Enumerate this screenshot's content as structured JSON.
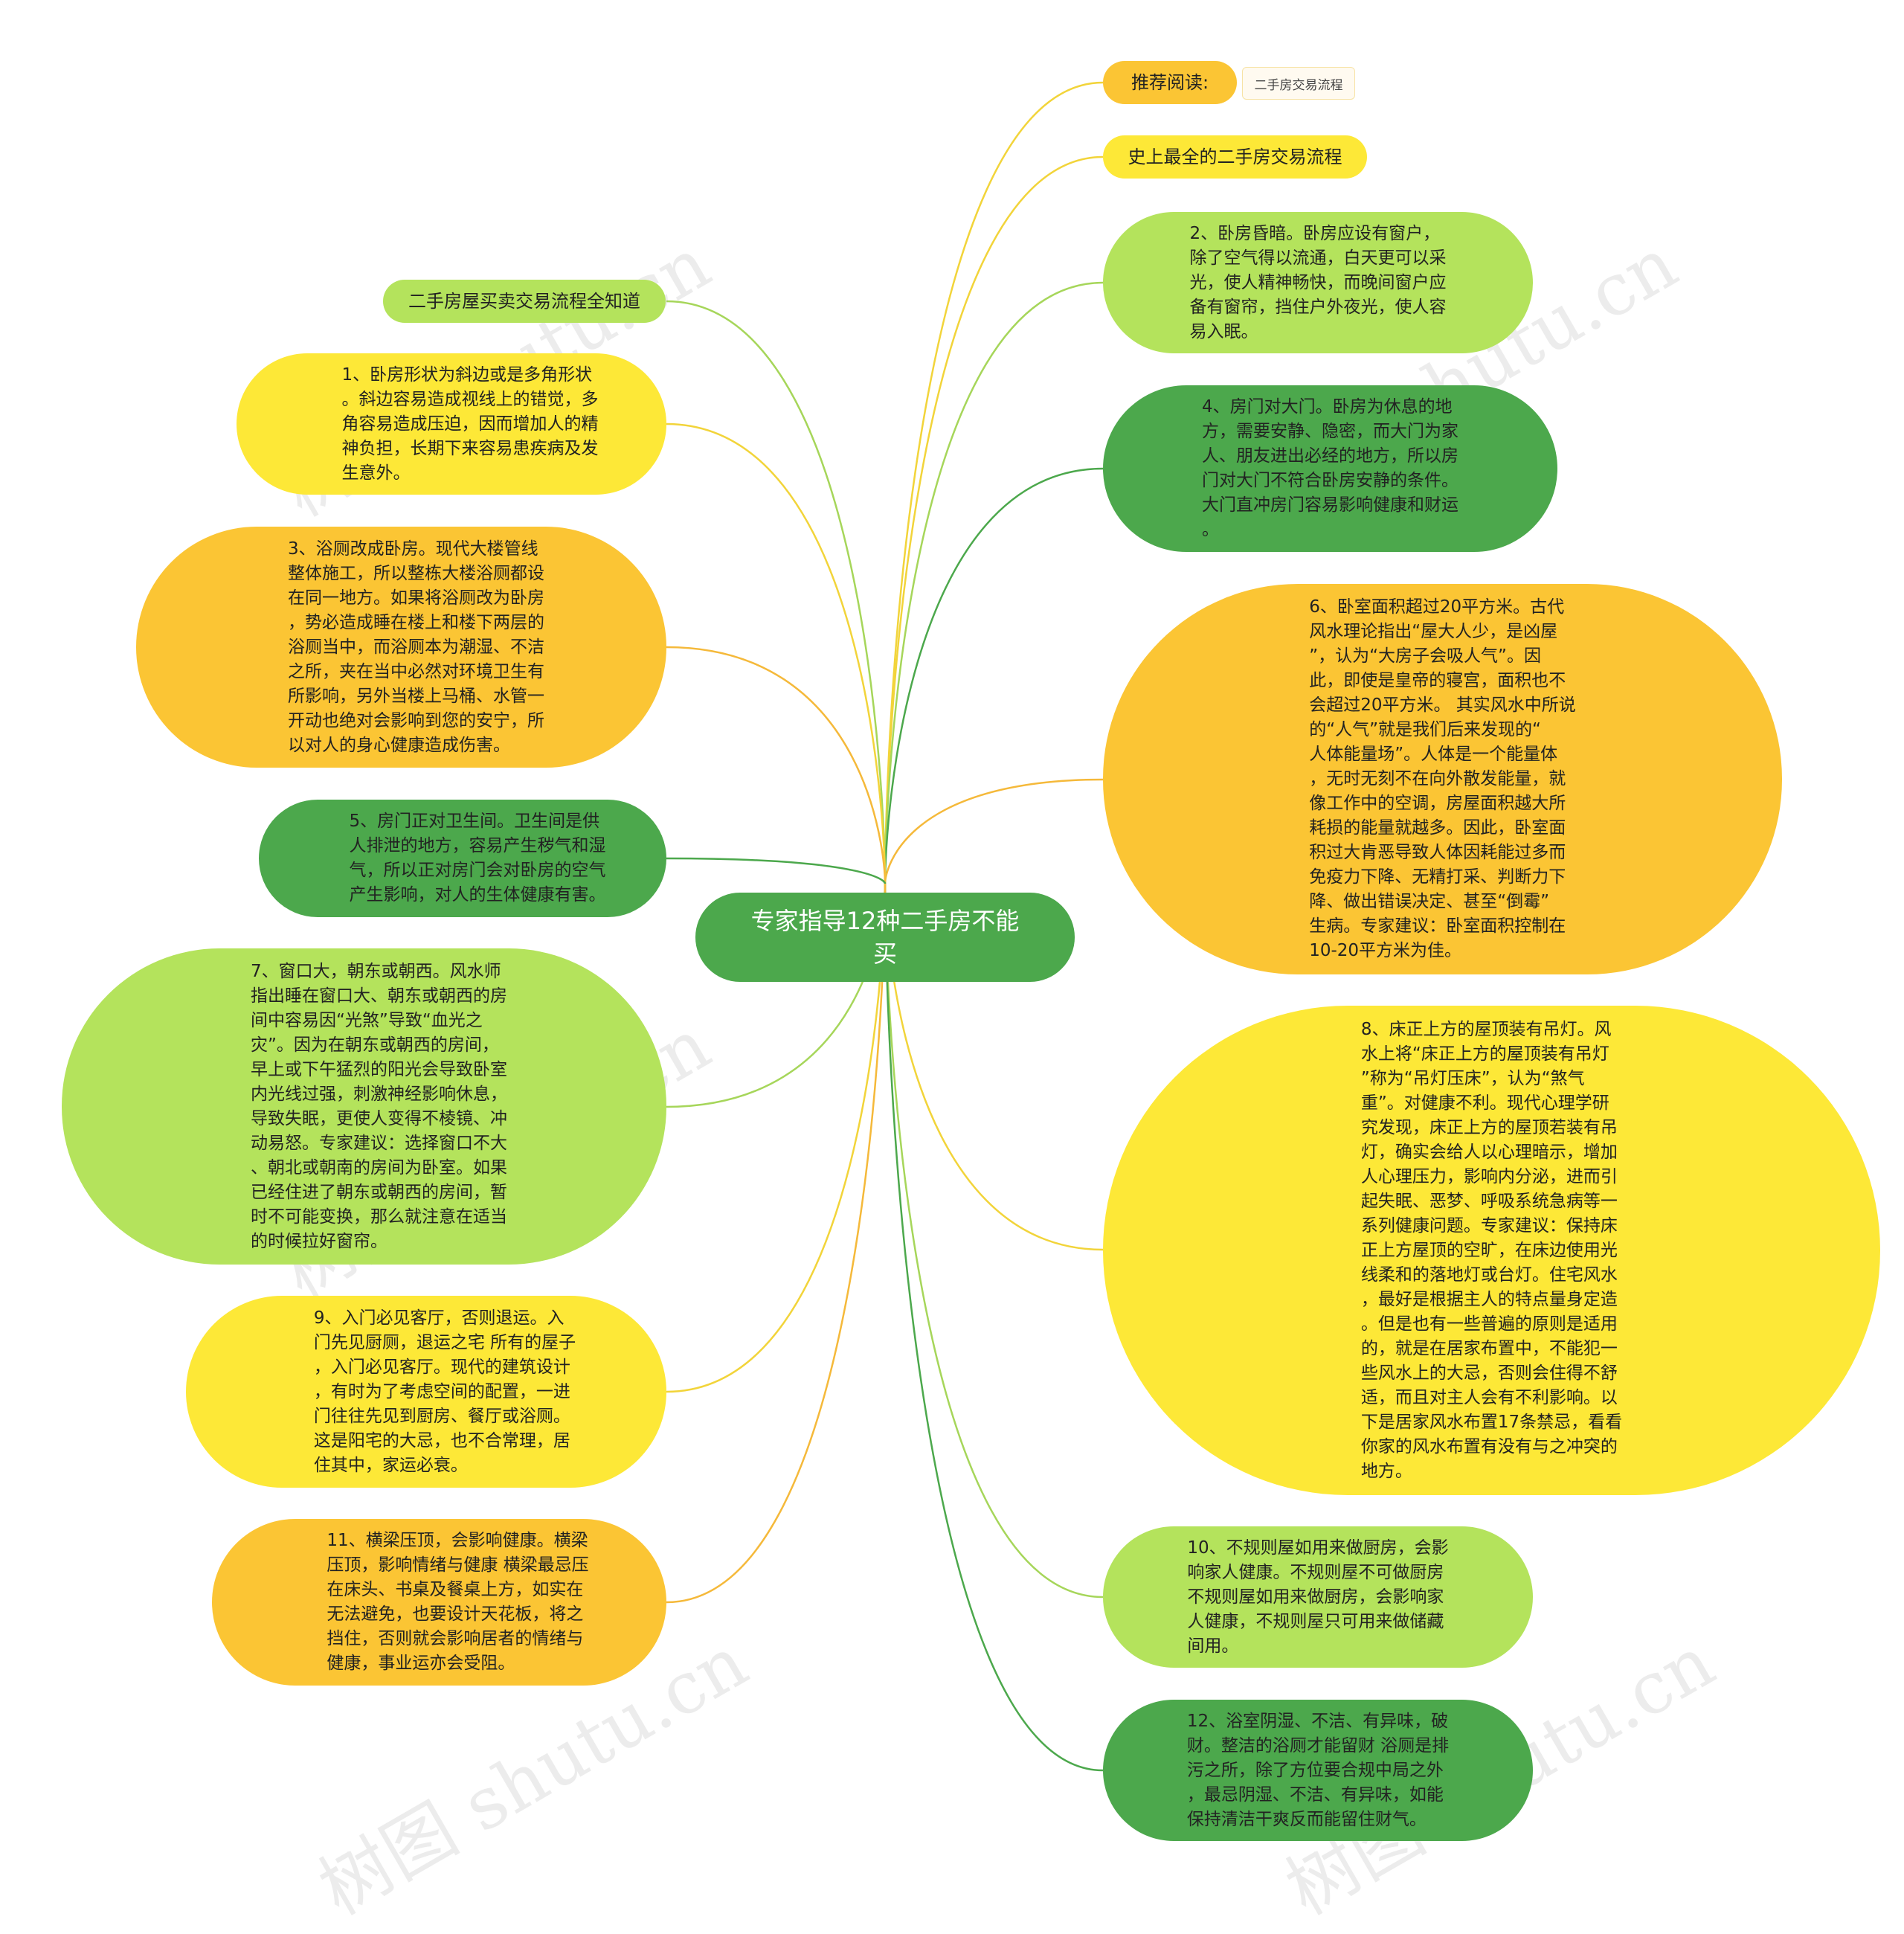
{
  "center": {
    "label": "专家指导12种二手房不能买"
  },
  "recommend": {
    "label": "推荐阅读:",
    "link": "二手房交易流程"
  },
  "right_tag": {
    "label": "史上最全的二手房交易流程"
  },
  "left_tag": {
    "label": "二手房屋买卖交易流程全知道"
  },
  "nodes": {
    "n1": "1、卧房形状为斜边或是多角形状\n。斜边容易造成视线上的错觉，多\n角容易造成压迫，因而增加人的精\n神负担，长期下来容易患疾病及发\n生意外。",
    "n2": "2、卧房昏暗。卧房应设有窗户，\n除了空气得以流通，白天更可以采\n光，使人精神畅快，而晚间窗户应\n备有窗帘，挡住户外夜光，使人容\n易入眠。",
    "n3": "3、浴厕改成卧房。现代大楼管线\n整体施工，所以整栋大楼浴厕都设\n在同一地方。如果将浴厕改为卧房\n，势必造成睡在楼上和楼下两层的\n浴厕当中，而浴厕本为潮湿、不洁\n之所，夹在当中必然对环境卫生有\n所影响，另外当楼上马桶、水管一\n开动也绝对会影响到您的安宁，所\n以对人的身心健康造成伤害。",
    "n4": "4、房门对大门。卧房为休息的地\n方，需要安静、隐密，而大门为家\n人、朋友进出必经的地方，所以房\n门对大门不符合卧房安静的条件。\n大门直冲房门容易影响健康和财运\n。",
    "n5": "5、房门正对卫生间。卫生间是供\n人排泄的地方，容易产生秽气和湿\n气，所以正对房门会对卧房的空气\n产生影响，对人的生体健康有害。",
    "n6": "6、卧室面积超过20平方米。古代\n风水理论指出“屋大人少，是凶屋\n”，认为“大房子会吸人气”。因\n此，即使是皇帝的寝宫，面积也不\n会超过20平方米。 其实风水中所说\n的“人气”就是我们后来发现的“\n人体能量场”。人体是一个能量体\n，无时无刻不在向外散发能量，就\n像工作中的空调，房屋面积越大所\n耗损的能量就越多。因此，卧室面\n积过大肯恶导致人体因耗能过多而\n免疫力下降、无精打采、判断力下\n降、做出错误决定、甚至“倒霉”\n生病。专家建议：卧室面积控制在\n10-20平方米为佳。",
    "n7": "7、窗口大，朝东或朝西。风水师\n指出睡在窗口大、朝东或朝西的房\n间中容易因“光煞”导致“血光之\n灾”。因为在朝东或朝西的房间，\n早上或下午猛烈的阳光会导致卧室\n内光线过强，刺激神经影响休息，\n导致失眠，更使人变得不棱镜、冲\n动易怒。专家建议：选择窗口不大\n、朝北或朝南的房间为卧室。如果\n已经住进了朝东或朝西的房间，暂\n时不可能变换，那么就注意在适当\n的时候拉好窗帘。",
    "n8": "8、床正上方的屋顶装有吊灯。风\n水上将“床正上方的屋顶装有吊灯\n”称为“吊灯压床”，认为“煞气\n重”。对健康不利。现代心理学研\n究发现，床正上方的屋顶若装有吊\n灯，确实会给人以心理暗示，增加\n人心理压力，影响内分泌，进而引\n起失眠、恶梦、呼吸系统急病等一\n系列健康问题。专家建议：保持床\n正上方屋顶的空旷，在床边使用光\n线柔和的落地灯或台灯。住宅风水\n，最好是根据主人的特点量身定造\n。但是也有一些普遍的原则是适用\n的，就是在居家布置中，不能犯一\n些风水上的大忌，否则会住得不舒\n适，而且对主人会有不利影响。以\n下是居家风水布置17条禁忌，看看\n你家的风水布置有没有与之冲突的\n地方。",
    "n9": "9、入门必见客厅，否则退运。入\n门先见厨厕，退运之宅 所有的屋子\n，入门必见客厅。现代的建筑设计\n，有时为了考虑空间的配置，一进\n门往往先见到厨房、餐厅或浴厕。\n这是阳宅的大忌，也不合常理，居\n住其中，家运必衰。",
    "n10": "10、不规则屋如用来做厨房，会影\n响家人健康。不规则屋不可做厨房\n不规则屋如用来做厨房，会影响家\n人健康，不规则屋只可用来做储藏\n间用。",
    "n11": "11、横梁压顶，会影响健康。横梁\n压顶，影响情绪与健康 横梁最忌压\n在床头、书桌及餐桌上方，如实在\n无法避免，也要设计天花板，将之\n挡住，否则就会影响居者的情绪与\n健康，事业运亦会受阻。",
    "n12": "12、浴室阴湿、不洁、有异味，破\n财。整洁的浴厕才能留财 浴厕是排\n污之所，除了方位要合规中局之外\n，最忌阴湿、不洁、有异味，如能\n保持清洁干爽反而能留住财气。"
  },
  "watermark": "树图 shutu.cn",
  "colors": {
    "lime": "#b4e35c",
    "yellow": "#fde837",
    "orange": "#fbc534",
    "green": "#4ca84c",
    "link_lime": "#a6d65a",
    "link_yellow": "#f2d43a",
    "link_orange": "#f5b93a",
    "link_green": "#4ca84c"
  }
}
